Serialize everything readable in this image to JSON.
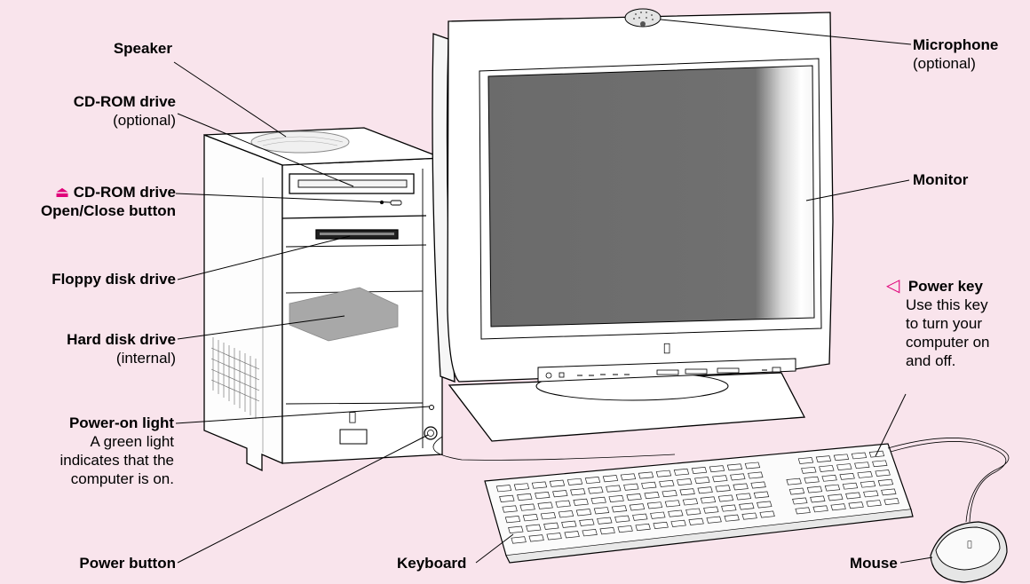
{
  "colors": {
    "background": "#f9e4ec",
    "line": "#000000",
    "icon_accent": "#e0007a",
    "screen": "#6e6e6e",
    "drive_highlight": "#a8a8a8"
  },
  "icons": {
    "eject": "eject-icon",
    "power_key": "triangle-left-icon"
  },
  "labels": {
    "speaker": {
      "title": "Speaker"
    },
    "cdrom": {
      "title": "CD-ROM drive",
      "sub": "(optional)"
    },
    "cdrom_button": {
      "icon": "⏏",
      "title": "CD-ROM drive",
      "sub": "Open/Close button"
    },
    "floppy": {
      "title": "Floppy disk drive"
    },
    "hard_disk": {
      "title": "Hard disk drive",
      "sub": "(internal)"
    },
    "power_light": {
      "title": "Power-on light",
      "desc": [
        "A green light",
        "indicates that the",
        "computer is on."
      ]
    },
    "power_button": {
      "title": "Power button"
    },
    "keyboard": {
      "title": "Keyboard"
    },
    "mouse": {
      "title": "Mouse"
    },
    "microphone": {
      "title": "Microphone",
      "sub": "(optional)"
    },
    "monitor": {
      "title": "Monitor"
    },
    "power_key": {
      "icon": "◁",
      "title": "Power key",
      "desc": [
        "Use this key",
        "to turn your",
        "computer on",
        "and off."
      ]
    }
  }
}
